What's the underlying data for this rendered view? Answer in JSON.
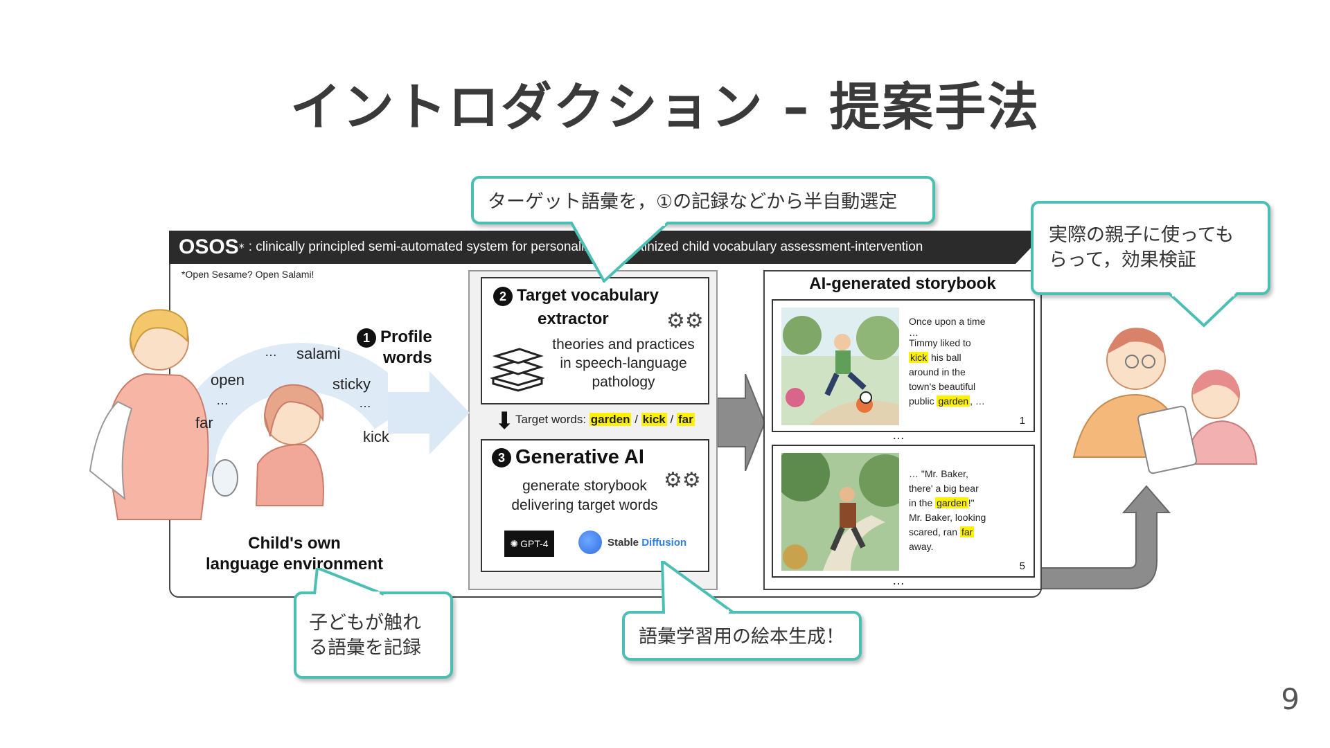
{
  "slide": {
    "title": "イントロダクション – 提案手法",
    "page_number": "9"
  },
  "osos": {
    "name": "OSOS",
    "star": "*",
    "description": ": clinically principled semi-automated system for personalized & routinized child vocabulary assessment-intervention",
    "footnote": "*Open Sesame? Open Salami!"
  },
  "profile": {
    "number": "1",
    "label_line1": "Profile",
    "label_line2": "words",
    "words": [
      "…",
      "salami",
      "open",
      "sticky",
      "…",
      "…",
      "far",
      "kick"
    ],
    "caption_line1": "Child's own",
    "caption_line2": "language environment"
  },
  "extractor": {
    "number": "2",
    "title_line1": "Target vocabulary",
    "title_line2": "extractor",
    "text_line1": "theories and practices",
    "text_line2": "in speech-language",
    "text_line3": "pathology",
    "target_label": "Target words:",
    "target_words": [
      "garden",
      "kick",
      "far"
    ],
    "separator": "/"
  },
  "generative": {
    "number": "3",
    "title": "Generative AI",
    "text_line1": "generate storybook",
    "text_line2": "delivering target words",
    "gpt_label": "GPT-4",
    "sd_label_1": "Stable",
    "sd_label_2": "Diffusion"
  },
  "storybook": {
    "title": "AI-generated storybook",
    "page1": {
      "lines": [
        "Once upon a time",
        "…",
        "Timmy liked to"
      ],
      "hl1": "kick",
      "after_hl1": " his ball",
      "line4": "around in the",
      "line5": "town's beautiful",
      "before_hl2": "public ",
      "hl2": "garden",
      "after_hl2": ", …",
      "number": "1"
    },
    "page2": {
      "line1": "… \"Mr. Baker,",
      "line2": "there' a big bear",
      "before_hl1": "in the ",
      "hl1": "garden",
      "after_hl1": "!\"",
      "line4": "Mr. Baker, looking",
      "before_hl2": "scared, ran ",
      "hl2": "far",
      "line6": "away.",
      "number": "5"
    },
    "dots": "…"
  },
  "callouts": {
    "top": "ターゲット語彙を，①の記録などから半自動選定",
    "right_line1": "実際の親子に使っても",
    "right_line2": "らって，効果検証",
    "left_line1": "子どもが触れ",
    "left_line2": "る語彙を記録",
    "bottom": "語彙学習用の絵本生成！"
  },
  "colors": {
    "callout_border": "#4bbfb4",
    "highlight": "#fff200",
    "header_bg": "#2b2b2b"
  }
}
